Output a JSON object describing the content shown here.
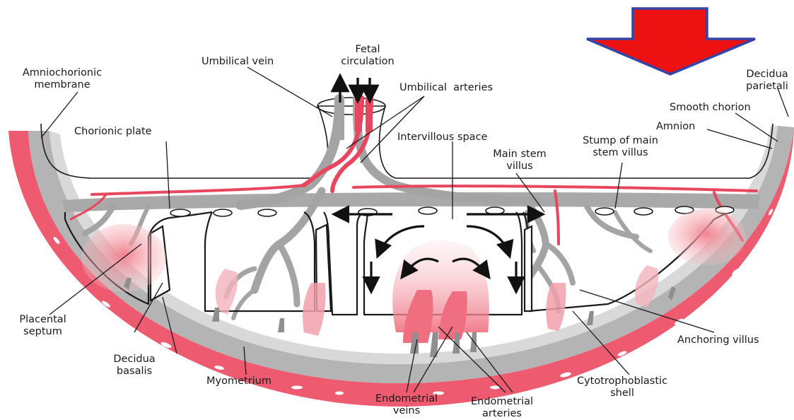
{
  "colors": {
    "vessel_red": "#e8465e",
    "tissue_gray": "#a9a9a9",
    "myometrium": "#ee5a6f",
    "arrow_red": "#ee1111",
    "arrow_blue": "#3344aa"
  },
  "labels": {
    "amniochorionic": "Amniochorionic\nmembrane",
    "umbilical_vein": "Umbilical vein",
    "fetal_circulation": "Fetal\ncirculation",
    "umbilical_arteries": "Umbilical  arteries",
    "decidua_parietalis": "Decidua\nparietali",
    "smooth_chorion": "Smooth chorion",
    "amnion": "Amnion",
    "chorionic_plate": "Chorionic plate",
    "intervillous_space": "Intervillous space",
    "main_stem_villus": "Main stem\nvillus",
    "stump_main_stem": "Stump of main\nstem villus",
    "placental_septum": "Placental\nseptum",
    "decidua_basalis": "Decidua\nbasalis",
    "myometrium": "Myometrium",
    "endometrial_veins": "Endometrial\nveins",
    "endometrial_arteries": "Endometrial\narteries",
    "cytotrophoblastic_shell": "Cytotrophoblastic\nshell",
    "anchoring_villus": "Anchoring villus"
  },
  "icons": {
    "pointer": "down-arrow-icon"
  }
}
